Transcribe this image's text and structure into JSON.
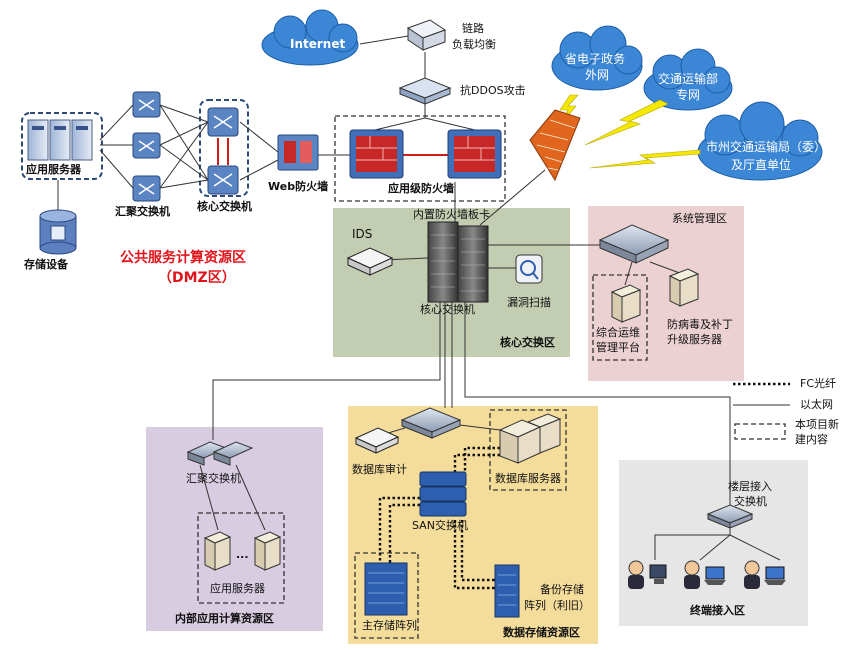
{
  "clouds": {
    "internet": "Internet",
    "provincial_egov": [
      "省电子政务",
      "外网"
    ],
    "ministry": [
      "交通运输部",
      "专网"
    ],
    "city_units": [
      "市州交通运输局（委）",
      "及厅直单位"
    ]
  },
  "devices": {
    "link_lb": [
      "链路",
      "负载均衡"
    ],
    "anti_ddos": "抗DDOS攻击",
    "app_server": "应用服务器",
    "storage_device": "存储设备",
    "agg_switch": "汇聚交换机",
    "core_switch_dmz": "核心交换机",
    "web_firewall": "Web防火墙",
    "app_firewall": "应用级防火墙",
    "builtin_fw_board": "内置防火墙板卡",
    "ids": "IDS",
    "core_switch": "核心交换机",
    "vuln_scan": "漏洞扫描",
    "ops_platform": [
      "综合运维",
      "管理平台"
    ],
    "antivirus_server": [
      "防病毒及补丁",
      "升级服务器"
    ],
    "db_audit": "数据库审计",
    "db_server": "数据库服务器",
    "san_switch": "SAN交换机",
    "backup_array": [
      "备份存储",
      "阵列（利旧）"
    ],
    "main_array": "主存储阵列",
    "inner_agg_switch": "汇聚交换机",
    "inner_app_server": "应用服务器",
    "floor_switch": [
      "楼层接入",
      "交换机"
    ],
    "ellipsis": "..."
  },
  "zones": {
    "dmz": [
      "公共服务计算资源区",
      "（DMZ区）"
    ],
    "core": "核心交换区",
    "sysmgmt": "系统管理区",
    "inner": "内部应用计算资源区",
    "datastore": "数据存储资源区",
    "terminal": "终端接入区"
  },
  "legend": {
    "fc": "FC光纤",
    "ethernet": "以太网",
    "new": [
      "本项目新",
      "建内容"
    ]
  },
  "colors": {
    "core_zone": "#c3cdb2",
    "sysmgmt_zone": "#ecd1d3",
    "inner_zone": "#d8cde0",
    "datastore_zone": "#f4dc9a",
    "terminal_zone": "#e6e6e6",
    "cloud": "#3b87d6",
    "red_label": "#e0141a",
    "device_blue": "#2e5fae",
    "firewall_red": "#c62828"
  }
}
